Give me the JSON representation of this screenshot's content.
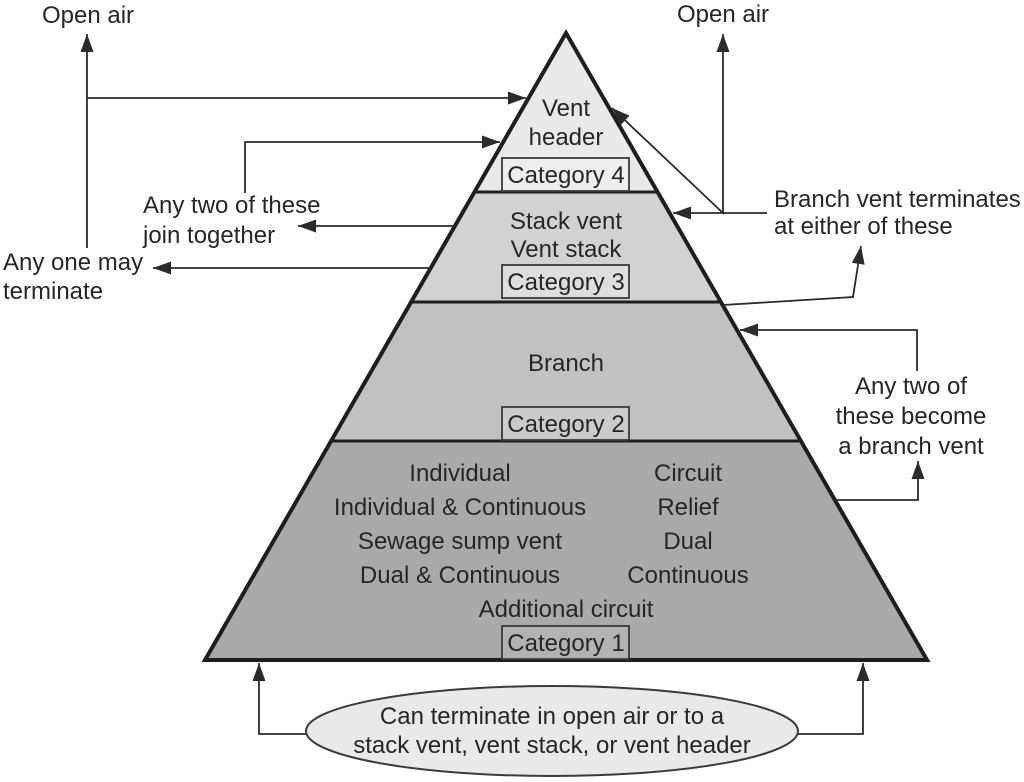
{
  "figure": {
    "title": "Vent category pyramid diagram"
  },
  "colors": {
    "level4": "#e9e9e9",
    "level3": "#d2d2d2",
    "level2": "#c1c1c1",
    "level1": "#a9a9a9",
    "box4": "#eeeeee",
    "box3": "#dedede",
    "box2": "#cbcbcb",
    "box1": "#b2b2b2",
    "ellipse_fill": "#e9e9e9",
    "outline": "#1e1e1e",
    "line": "#2b2b2b",
    "text": "#262626"
  },
  "pyramid": {
    "levels": [
      {
        "category": "Category 4",
        "items": [
          "Vent",
          "header"
        ]
      },
      {
        "category": "Category 3",
        "items": [
          "Stack vent",
          "Vent stack"
        ]
      },
      {
        "category": "Category 2",
        "items": [
          "Branch"
        ]
      },
      {
        "category": "Category 1",
        "items_left": [
          "Individual",
          "Individual & Continuous",
          "Sewage sump vent",
          "Dual & Continuous"
        ],
        "items_right": [
          "Circuit",
          "Relief",
          "Dual",
          "Continuous"
        ],
        "item_center": "Additional circuit"
      }
    ]
  },
  "annotations": {
    "open_air_left": "Open air",
    "open_air_right": "Open air",
    "any_two_join": [
      "Any two of these",
      "join together"
    ],
    "any_one_terminate": [
      "Any one may",
      "terminate"
    ],
    "branch_vent_terminates": [
      "Branch vent terminates",
      "at either of these"
    ],
    "any_two_become": [
      "Any two of",
      "these become",
      "a branch vent"
    ],
    "can_terminate": [
      "Can terminate in open air or to a",
      "stack vent, vent stack, or vent header"
    ]
  }
}
